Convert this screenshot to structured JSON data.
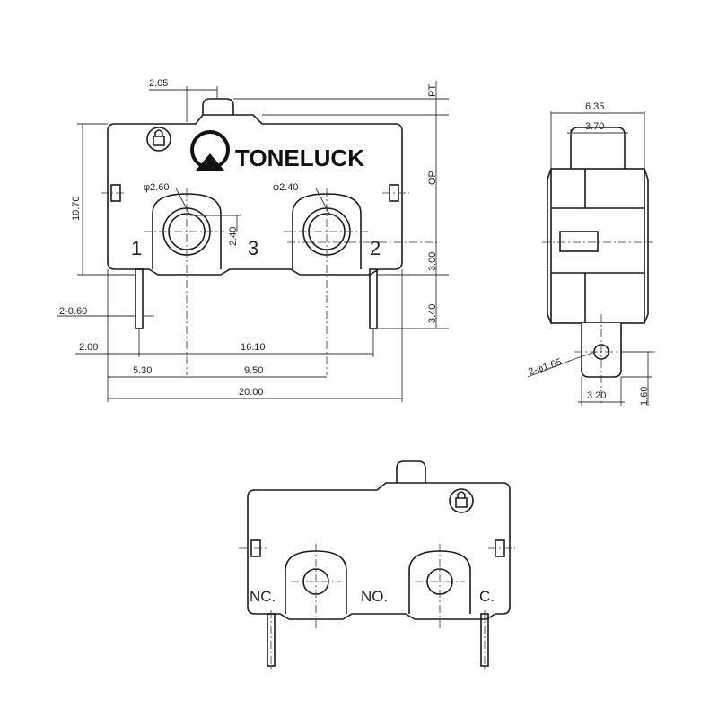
{
  "brand": {
    "name": "TONELUCK",
    "logo_icon": "toneluck-logo-icon"
  },
  "terminals": {
    "t1": "1",
    "t2": "2",
    "t3": "3"
  },
  "bottom_labels": {
    "nc": "NC.",
    "no": "NO.",
    "c": "C."
  },
  "dimensions": {
    "top_offset": "2.05",
    "height": "10.70",
    "hole_left": "φ2.60",
    "hole_right": "φ2.40",
    "hole_offset": "2.40",
    "pin_width": "2-0.60",
    "pin_left_offset": "2.00",
    "pin_span": "16.10",
    "left_hole_x": "5.30",
    "hole_pitch": "9.50",
    "length": "20.00",
    "pt": "PT",
    "op": "OP",
    "hole_to_bottom": "3.00",
    "pin_length": "3.40",
    "side_width": "6.35",
    "actuator_width": "3.70",
    "side_hole": "2-φ1.65",
    "side_tab_width": "3.20",
    "side_hole_offset": "1.60"
  }
}
